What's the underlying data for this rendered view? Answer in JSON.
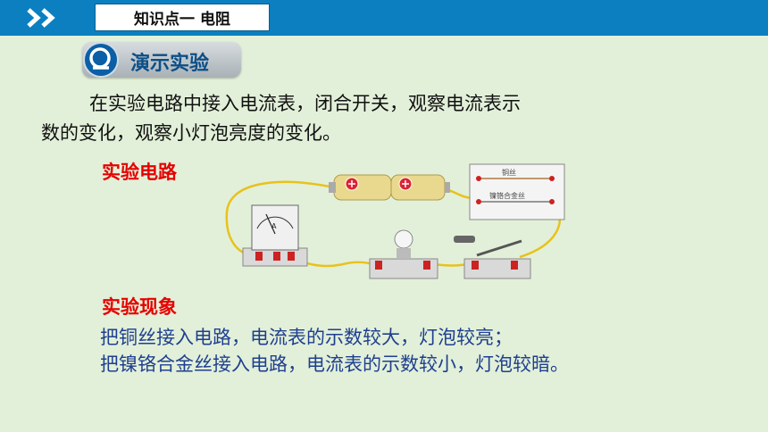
{
  "header": {
    "title": "知识点一  电阻",
    "chevron_icon": "double-chevron-right-icon"
  },
  "badge": {
    "label": "演示实验",
    "icon": "magnifier-icon"
  },
  "intro": {
    "line1": "在实验电路中接入电流表，闭合开关，观察电流表示",
    "line2": "数的变化，观察小灯泡亮度的变化。"
  },
  "circuit": {
    "heading": "实验电路",
    "board_label_1": "铜丝",
    "board_label_2": "镍铬合金丝",
    "ammeter_symbol": "A"
  },
  "phenomenon": {
    "heading": "实验现象",
    "line1": "把铜丝接入电路，电流表的示数较大，灯泡较亮；",
    "line2": "把镍铬合金丝接入电路，电流表的示数较小，灯泡较暗。"
  },
  "colors": {
    "topbar": "#0b7fc0",
    "background": "#e2f0d9",
    "heading_red": "#e60000",
    "result_text": "#1f3f8f"
  }
}
